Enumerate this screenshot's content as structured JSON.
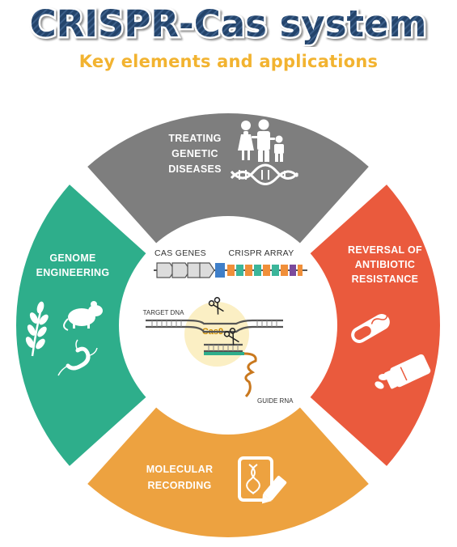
{
  "title": "CRISPR-Cas system",
  "subtitle": "Key elements and applications",
  "colors": {
    "gray": "#7e7e7e",
    "green": "#2eae8b",
    "red": "#ea5a3d",
    "orange": "#eda240",
    "title_fill": "#1f3f66",
    "subtitle": "#f2b330"
  },
  "segments": {
    "top": {
      "lines": [
        "TREATING",
        "GENETIC",
        "DISEASES"
      ],
      "icons": [
        "family-icon",
        "dna-icon"
      ]
    },
    "left": {
      "lines": [
        "GENOME",
        "ENGINEERING"
      ],
      "icons": [
        "wheat-icon",
        "mouse-icon",
        "bacterium-icon"
      ]
    },
    "right": {
      "lines": [
        "REVERSAL OF",
        "ANTIBIOTIC",
        "RESISTANCE"
      ],
      "icons": [
        "capsule-icon",
        "pill-bottle-icon"
      ]
    },
    "bottom": {
      "lines": [
        "MOLECULAR",
        "RECORDING"
      ],
      "icons": [
        "clipboard-dna-icon"
      ]
    }
  },
  "center": {
    "cas_genes": "CAS GENES",
    "crispr_array": "CRISPR ARRAY",
    "target_dna": "TARGET DNA",
    "cas9": "Cas9",
    "guide_rna": "GUIDE RNA"
  }
}
